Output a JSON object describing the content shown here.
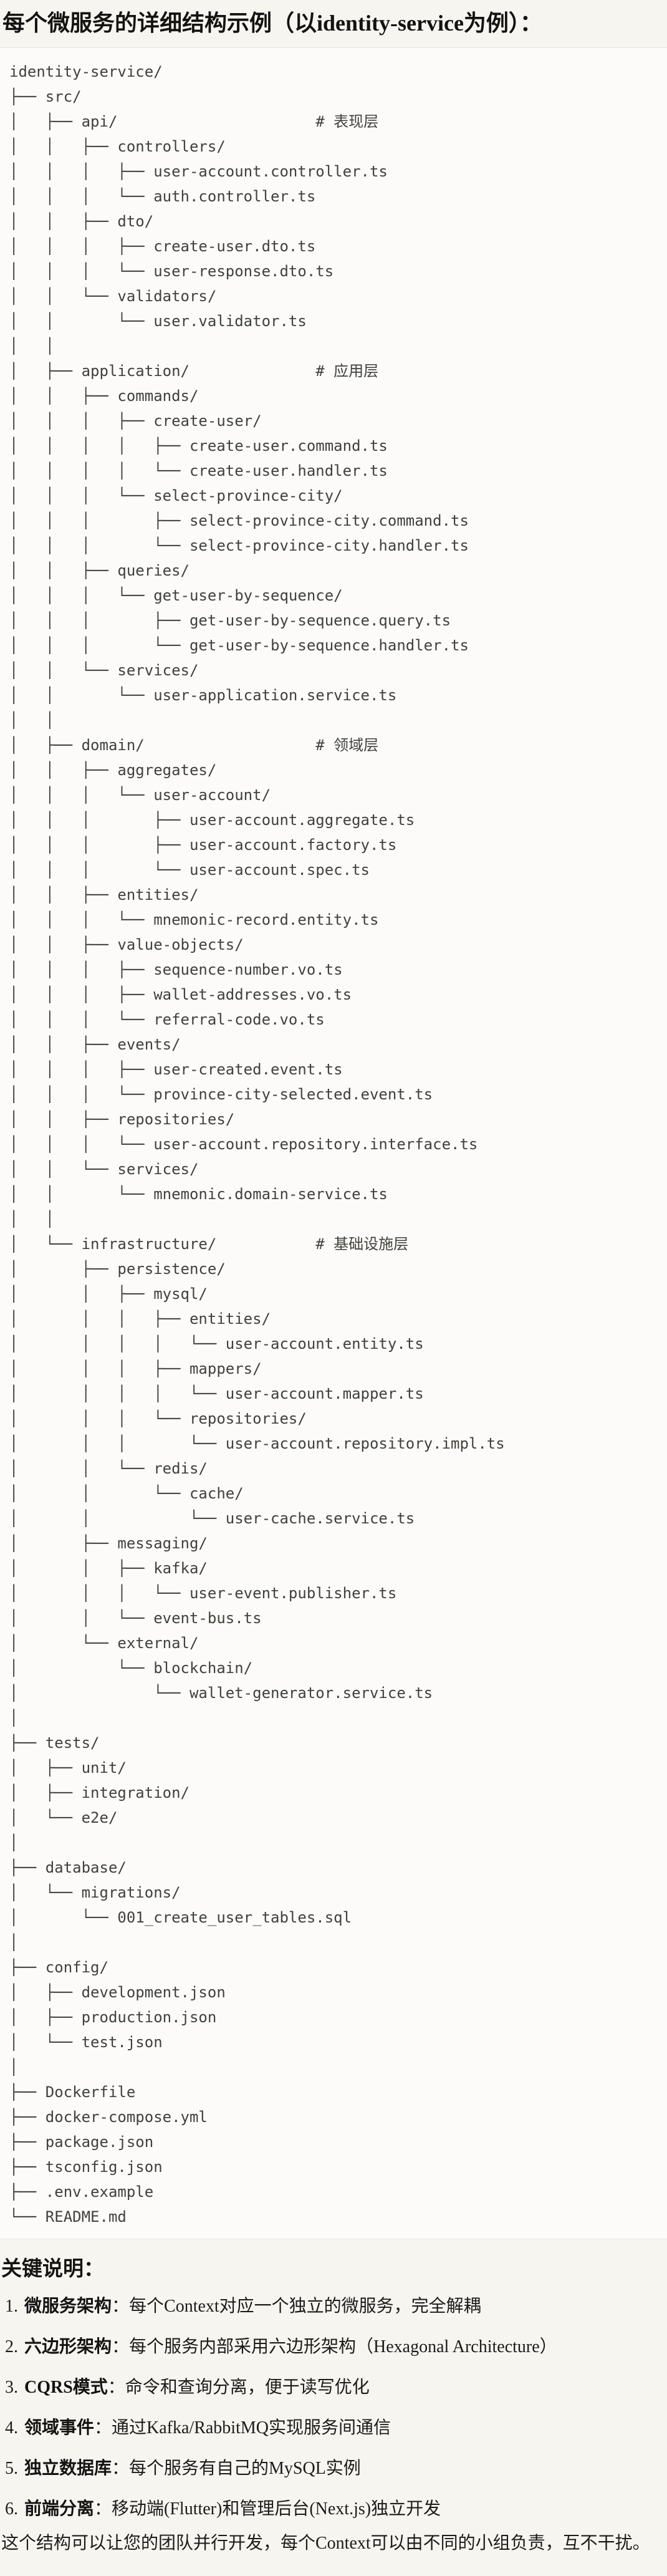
{
  "page": {
    "title": "每个微服务的详细结构示例（以identity-service为例）："
  },
  "code": {
    "tree": "identity-service/\n├── src/\n│   ├── api/                      # 表现层\n│   │   ├── controllers/\n│   │   │   ├── user-account.controller.ts\n│   │   │   └── auth.controller.ts\n│   │   ├── dto/\n│   │   │   ├── create-user.dto.ts\n│   │   │   └── user-response.dto.ts\n│   │   └── validators/\n│   │       └── user.validator.ts\n│   │\n│   ├── application/              # 应用层\n│   │   ├── commands/\n│   │   │   ├── create-user/\n│   │   │   │   ├── create-user.command.ts\n│   │   │   │   └── create-user.handler.ts\n│   │   │   └── select-province-city/\n│   │   │       ├── select-province-city.command.ts\n│   │   │       └── select-province-city.handler.ts\n│   │   ├── queries/\n│   │   │   └── get-user-by-sequence/\n│   │   │       ├── get-user-by-sequence.query.ts\n│   │   │       └── get-user-by-sequence.handler.ts\n│   │   └── services/\n│   │       └── user-application.service.ts\n│   │\n│   ├── domain/                   # 领域层\n│   │   ├── aggregates/\n│   │   │   └── user-account/\n│   │   │       ├── user-account.aggregate.ts\n│   │   │       ├── user-account.factory.ts\n│   │   │       └── user-account.spec.ts\n│   │   ├── entities/\n│   │   │   └── mnemonic-record.entity.ts\n│   │   ├── value-objects/\n│   │   │   ├── sequence-number.vo.ts\n│   │   │   ├── wallet-addresses.vo.ts\n│   │   │   └── referral-code.vo.ts\n│   │   ├── events/\n│   │   │   ├── user-created.event.ts\n│   │   │   └── province-city-selected.event.ts\n│   │   ├── repositories/\n│   │   │   └── user-account.repository.interface.ts\n│   │   └── services/\n│   │       └── mnemonic.domain-service.ts\n│   │\n│   └── infrastructure/           # 基础设施层\n│       ├── persistence/\n│       │   ├── mysql/\n│       │   │   ├── entities/\n│       │   │   │   └── user-account.entity.ts\n│       │   │   ├── mappers/\n│       │   │   │   └── user-account.mapper.ts\n│       │   │   └── repositories/\n│       │   │       └── user-account.repository.impl.ts\n│       │   └── redis/\n│       │       └── cache/\n│       │           └── user-cache.service.ts\n│       ├── messaging/\n│       │   ├── kafka/\n│       │   │   └── user-event.publisher.ts\n│       │   └── event-bus.ts\n│       └── external/\n│           └── blockchain/\n│               └── wallet-generator.service.ts\n│\n├── tests/\n│   ├── unit/\n│   ├── integration/\n│   └── e2e/\n│\n├── database/\n│   └── migrations/\n│       └── 001_create_user_tables.sql\n│\n├── config/\n│   ├── development.json\n│   ├── production.json\n│   └── test.json\n│\n├── Dockerfile\n├── docker-compose.yml\n├── package.json\n├── tsconfig.json\n├── .env.example\n└── README.md"
  },
  "notes": {
    "heading": "关键说明：",
    "items": [
      {
        "num": "1.",
        "term": "微服务架构",
        "text": "：每个Context对应一个独立的微服务，完全解耦"
      },
      {
        "num": "2.",
        "term": "六边形架构",
        "text": "：每个服务内部采用六边形架构（Hexagonal Architecture）"
      },
      {
        "num": "3.",
        "term": "CQRS模式",
        "text": "：命令和查询分离，便于读写优化"
      },
      {
        "num": "4.",
        "term": "领域事件",
        "text": "：通过Kafka/RabbitMQ实现服务间通信"
      },
      {
        "num": "5.",
        "term": "独立数据库",
        "text": "：每个服务有自己的MySQL实例"
      },
      {
        "num": "6.",
        "term": "前端分离",
        "text": "：移动端(Flutter)和管理后台(Next.js)独立开发"
      }
    ],
    "footer": "这个结构可以让您的团队并行开发，每个Context可以由不同的小组负责，互不干扰。"
  },
  "colors": {
    "page_bg": "#f7f5f0",
    "code_bg": "#fcfbf9",
    "border": "#e4e2db",
    "code_text": "#40403c",
    "body_text": "#1c1b18"
  }
}
